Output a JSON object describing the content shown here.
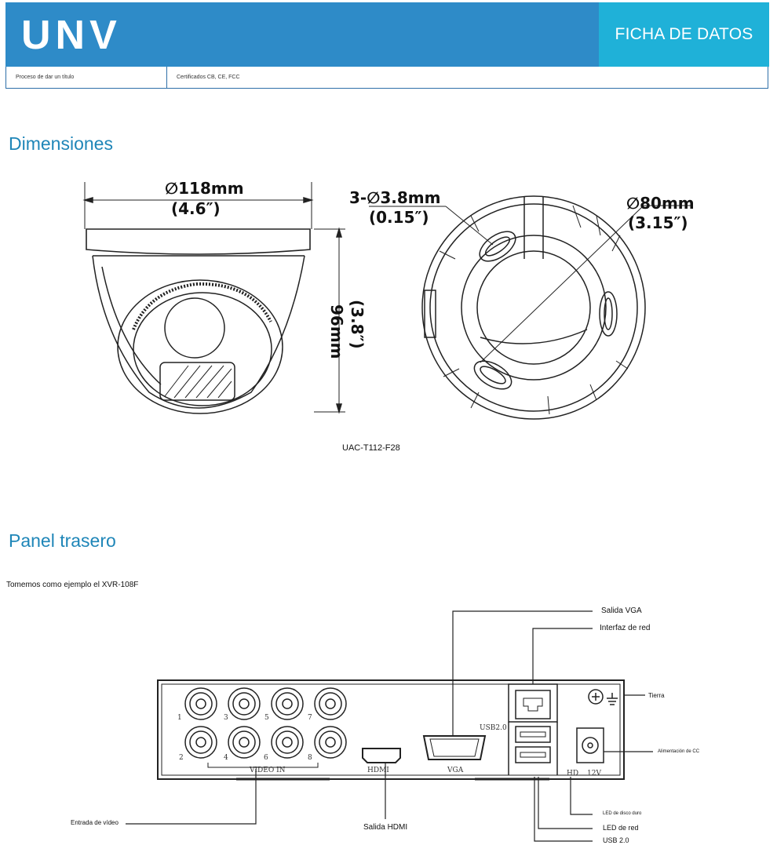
{
  "header": {
    "logo": "UNV",
    "title": "FICHA DE DATOS",
    "process_label": "Proceso de dar un título",
    "certifications": "Certificados CB, CE, FCC"
  },
  "dimensions_section": {
    "title": "Dimensiones",
    "width_mm": "∅118mm",
    "width_in": "(4.6″)",
    "height_mm": "96mm",
    "height_in": "(3.8″)",
    "holes_mm": "3-∅3.8mm",
    "holes_in": "(0.15″)",
    "circle_mm": "∅80mm",
    "circle_in": "(3.15″)",
    "model": "UAC-T112-F28"
  },
  "rear_panel_section": {
    "title": "Panel trasero",
    "intro": "Tomemos como ejemplo el XVR-108F",
    "labels": {
      "vga": "Salida VGA",
      "network": "Interfaz de red",
      "ground": "Tierra",
      "dc_power": "Alimentación de CC",
      "video_in": "Entrada de vídeo",
      "hdmi": "Salida HDMI",
      "hdd_led": "LED de disco duro",
      "net_led": "LED de red",
      "usb": "USB 2.0"
    },
    "panel_marks": {
      "ch1": "1",
      "ch2": "2",
      "ch3": "3",
      "ch4": "4",
      "ch5": "5",
      "ch6": "6",
      "ch7": "7",
      "ch8": "8",
      "video_in": "VIDEO IN",
      "hdmi": "HDMI",
      "vga": "VGA",
      "usb": "USB2.0",
      "hd": "HD",
      "volt": "12V"
    }
  }
}
